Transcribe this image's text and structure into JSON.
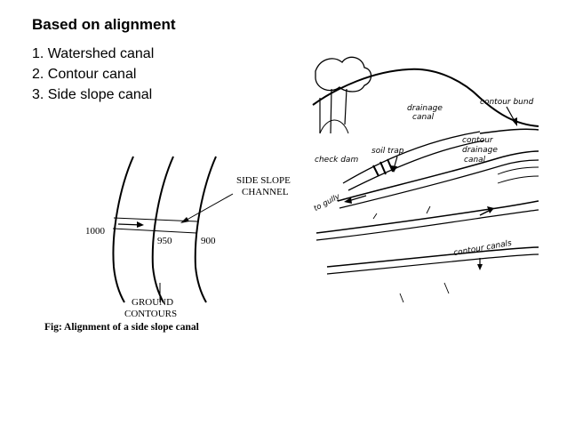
{
  "slide": {
    "heading": "Based on alignment",
    "items": [
      "1. Watershed canal",
      "2. Contour canal",
      "3. Side slope canal"
    ]
  },
  "left_diagram": {
    "contour_labels": [
      "1000",
      "950",
      "900"
    ],
    "channel_label_line1": "SIDE SLOPE",
    "channel_label_line2": "CHANNEL",
    "ground_label_line1": "GROUND",
    "ground_label_line2": "CONTOURS",
    "caption": "Fig: Alignment of a side slope canal"
  },
  "right_diagram": {
    "labels": {
      "drainage_line1": "drainage",
      "drainage_line2": "canal",
      "contour_bund": "contour bund",
      "soil_trap": "soil trap",
      "check_dam": "check dam",
      "contour_drainage_line1": "contour",
      "contour_drainage_line2": "drainage",
      "contour_drainage_line3": "canal",
      "to_gully": "to gully",
      "contour_canals": "contour canals"
    }
  }
}
